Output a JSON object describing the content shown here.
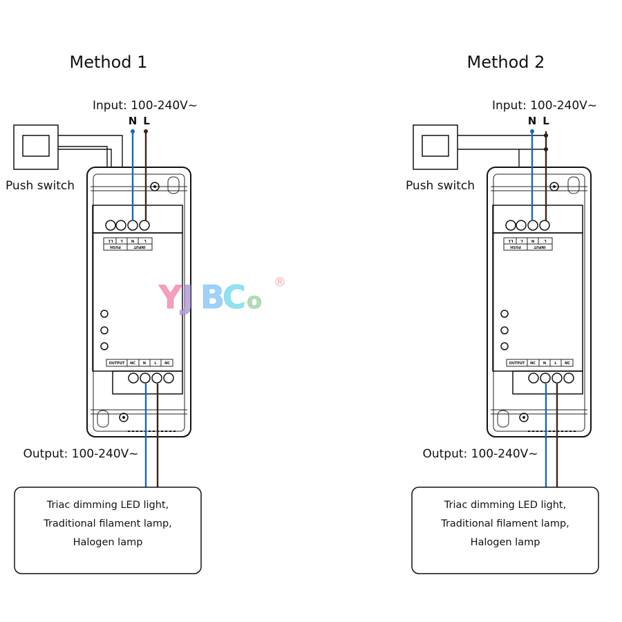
{
  "methods": [
    {
      "title": "Method 1",
      "input_label": "Input: 100-240V~",
      "n_label": "N",
      "l_label": "L",
      "switch_label": "Push switch",
      "output_label": "Output: 100-240V~",
      "load_lines": [
        "Triac dimming LED light,",
        "Traditional filament lamp,",
        "Halogen lamp"
      ],
      "top_terminal_labels": [
        "PUSH",
        "L1",
        "L",
        "N",
        "INPUT",
        "L"
      ],
      "bottom_terminal_labels": [
        "OUTPUT",
        "NC",
        "N",
        "L",
        "NC"
      ]
    },
    {
      "title": "Method 2",
      "input_label": "Input: 100-240V~",
      "n_label": "N",
      "l_label": "L",
      "switch_label": "Push switch",
      "output_label": "Output: 100-240V~",
      "load_lines": [
        "Triac dimming LED light,",
        "Traditional filament lamp,",
        "Halogen lamp"
      ],
      "top_terminal_labels": [
        "PUSH",
        "L1",
        "L",
        "N",
        "INPUT",
        "L"
      ],
      "bottom_terminal_labels": [
        "OUTPUT",
        "NC",
        "N",
        "L",
        "NC"
      ]
    }
  ],
  "watermark": {
    "letters": [
      "Y",
      "J",
      "B",
      "C",
      "o"
    ],
    "registered": "®",
    "colors": [
      "#f48fb1",
      "#b39ddb",
      "#90caf9",
      "#80deea",
      "#a5d6a7"
    ]
  },
  "colors": {
    "neutral_wire": "#1565c0",
    "live_wire": "#3e2418"
  }
}
